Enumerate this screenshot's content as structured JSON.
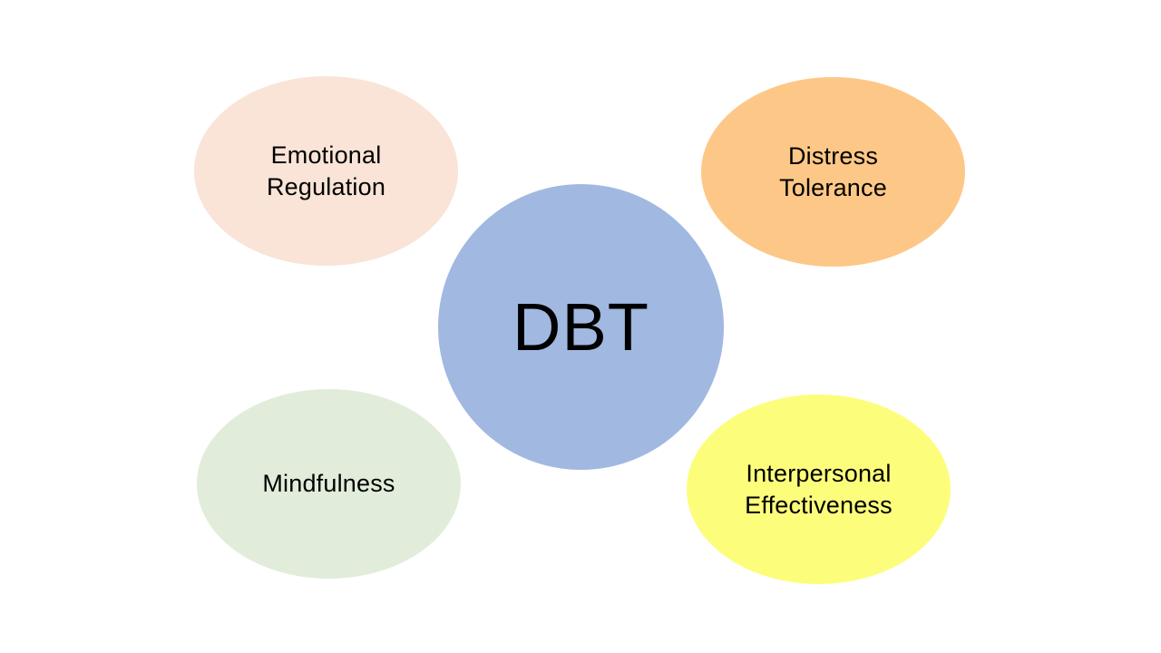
{
  "diagram": {
    "center": {
      "label": "DBT",
      "color": "#a1b8e1"
    },
    "nodes": [
      {
        "lines": [
          "Emotional",
          "Regulation"
        ],
        "color": "#f9e4d7"
      },
      {
        "lines": [
          "Distress",
          "Tolerance"
        ],
        "color": "#fdc887"
      },
      {
        "lines": [
          "Mindfulness"
        ],
        "color": "#e1edda"
      },
      {
        "lines": [
          "Interpersonal",
          "Effectiveness"
        ],
        "color": "#fdfd7c"
      }
    ]
  }
}
